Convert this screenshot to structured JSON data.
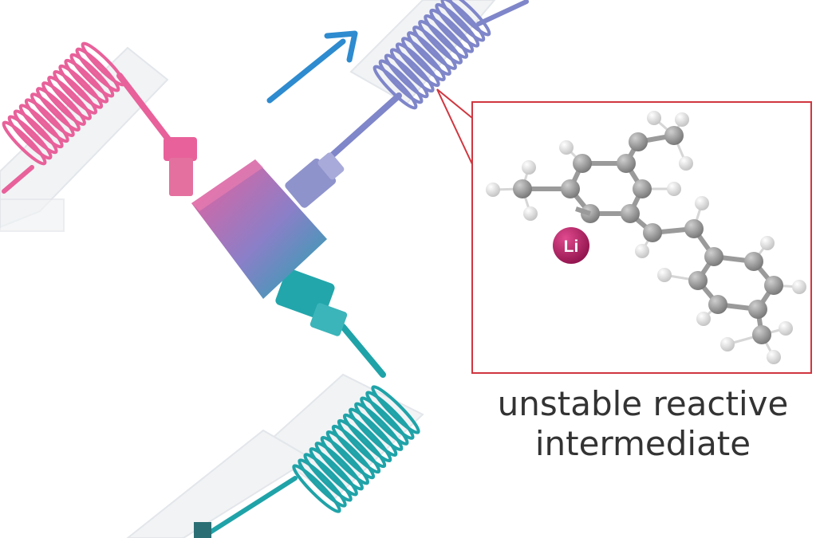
{
  "caption": {
    "line1": "unstable reactive",
    "line2": "intermediate"
  },
  "atom_label": "Li",
  "colors": {
    "pink": "#e8619a",
    "blue": "#7f86c9",
    "teal": "#1fa3a8",
    "arrow": "#2e8bcf",
    "frame": "#d0363f",
    "lithium": "#b0195e",
    "carbon": "#8f8f8f",
    "hydrogen": "#e6e6e6"
  },
  "icons": [
    "flow-direction-arrow",
    "t-mixer",
    "tube-coil"
  ]
}
